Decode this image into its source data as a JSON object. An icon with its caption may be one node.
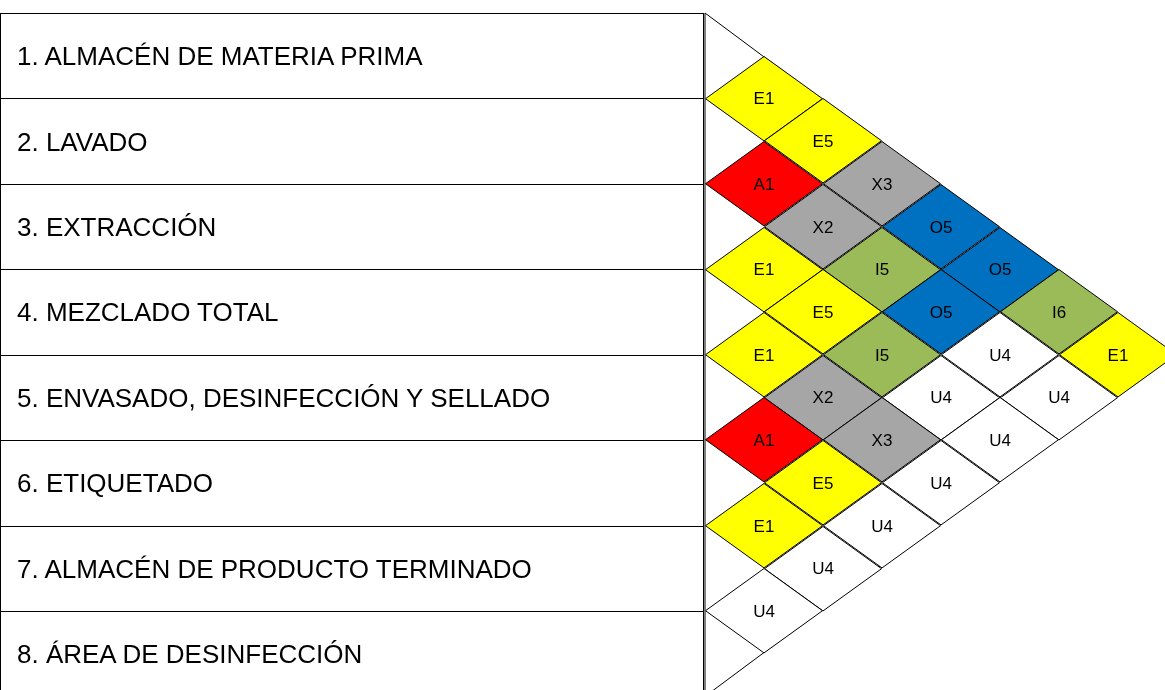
{
  "diagram": {
    "nodes": [
      {
        "text": [
          "1. ALMACÉN DE MATERIA PRIMA"
        ]
      },
      {
        "text": [
          "2. LAVADO"
        ]
      },
      {
        "text": [
          "3. EXTRACCIÓN"
        ]
      },
      {
        "text": [
          "4. MEZCLADO TOTAL"
        ]
      },
      {
        "text": [
          "5. ENVASADO, DESINFECCIÓN Y SELLADO"
        ]
      },
      {
        "text": [
          "6. ETIQUETADO"
        ]
      },
      {
        "text": [
          "7. ALMACÉN DE PRODUCTO TERMINADO"
        ]
      },
      {
        "text": [
          "8. ÁREA DE DESINFECCIÓN"
        ]
      },
      {
        "text": [
          "E1"
        ]
      },
      {
        "text": [
          "E5"
        ]
      },
      {
        "text": [
          "A1"
        ]
      },
      {
        "text": [
          "X3"
        ]
      },
      {
        "text": [
          "X2"
        ]
      },
      {
        "text": [
          "O5"
        ]
      },
      {
        "text": [
          "E1"
        ]
      },
      {
        "text": [
          "I5"
        ]
      },
      {
        "text": [
          "O5"
        ]
      },
      {
        "text": [
          "E5"
        ]
      },
      {
        "text": [
          "O5"
        ]
      },
      {
        "text": [
          "I6"
        ]
      },
      {
        "text": [
          "E1"
        ]
      },
      {
        "text": [
          "I5"
        ]
      },
      {
        "text": [
          "U4"
        ]
      },
      {
        "text": [
          "E1"
        ]
      },
      {
        "text": [
          "X2"
        ]
      },
      {
        "text": [
          "U4"
        ]
      },
      {
        "text": [
          "U4"
        ]
      },
      {
        "text": [
          "A1"
        ]
      },
      {
        "text": [
          "X3"
        ]
      },
      {
        "text": [
          "U4"
        ]
      },
      {
        "text": [
          "E5"
        ]
      },
      {
        "text": [
          "U4"
        ]
      },
      {
        "text": [
          "E1"
        ]
      },
      {
        "text": [
          "U4"
        ]
      },
      {
        "text": [
          "U4"
        ]
      },
      {
        "text": [
          "U4"
        ]
      }
    ]
  }
}
